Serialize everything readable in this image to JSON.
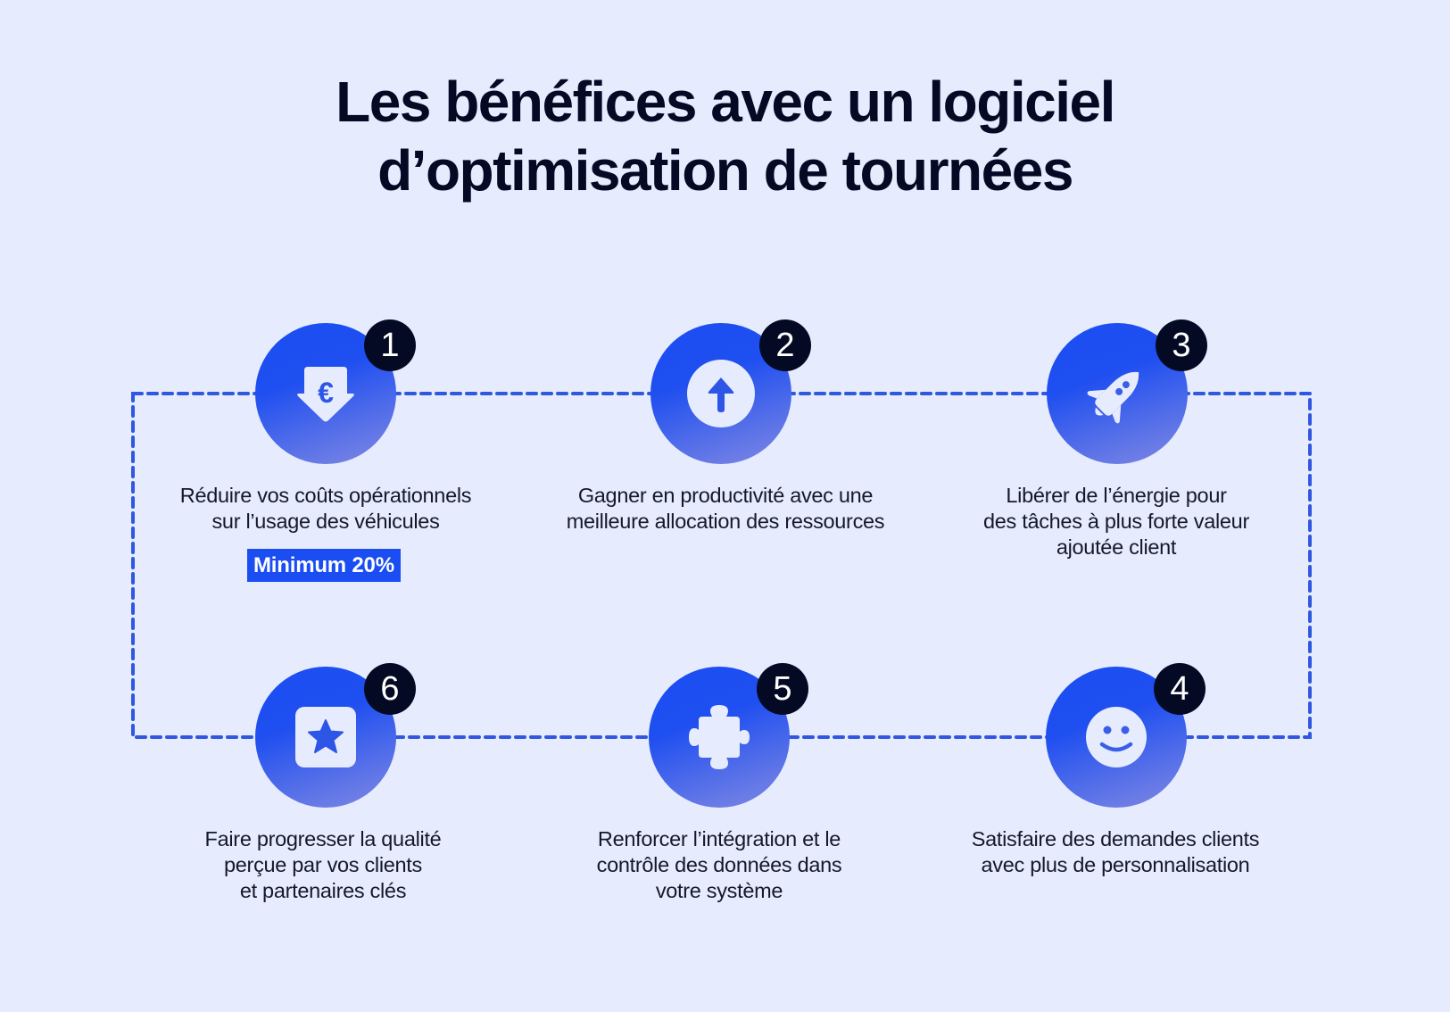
{
  "title": {
    "line1": "Les bénéfices avec un logiciel",
    "line2": "d’optimisation de tournées"
  },
  "colors": {
    "background": "#e6ecfe",
    "accent": "#1a4df2",
    "badge": "#050a24",
    "connector": "#2f57e0"
  },
  "steps": [
    {
      "number": "1",
      "icon": "euro-down-arrow-icon",
      "lines": [
        "Réduire vos coûts opérationnels",
        "sur l’usage des véhicules"
      ],
      "highlight": "Minimum 20%"
    },
    {
      "number": "2",
      "icon": "arrow-up-circle-icon",
      "lines": [
        "Gagner en productivité avec une",
        "meilleure allocation des ressources"
      ]
    },
    {
      "number": "3",
      "icon": "rocket-icon",
      "lines": [
        "Libérer de l’énergie pour",
        "des tâches à plus forte valeur",
        "ajoutée client"
      ]
    },
    {
      "number": "4",
      "icon": "smiley-face-icon",
      "lines": [
        "Satisfaire des demandes clients",
        "avec plus de personnalisation"
      ]
    },
    {
      "number": "5",
      "icon": "puzzle-piece-icon",
      "lines": [
        "Renforcer l’intégration et le",
        "contrôle des données dans",
        "votre système"
      ]
    },
    {
      "number": "6",
      "icon": "star-square-icon",
      "lines": [
        "Faire progresser la qualité",
        "perçue par vos clients",
        "et partenaires clés"
      ]
    }
  ]
}
